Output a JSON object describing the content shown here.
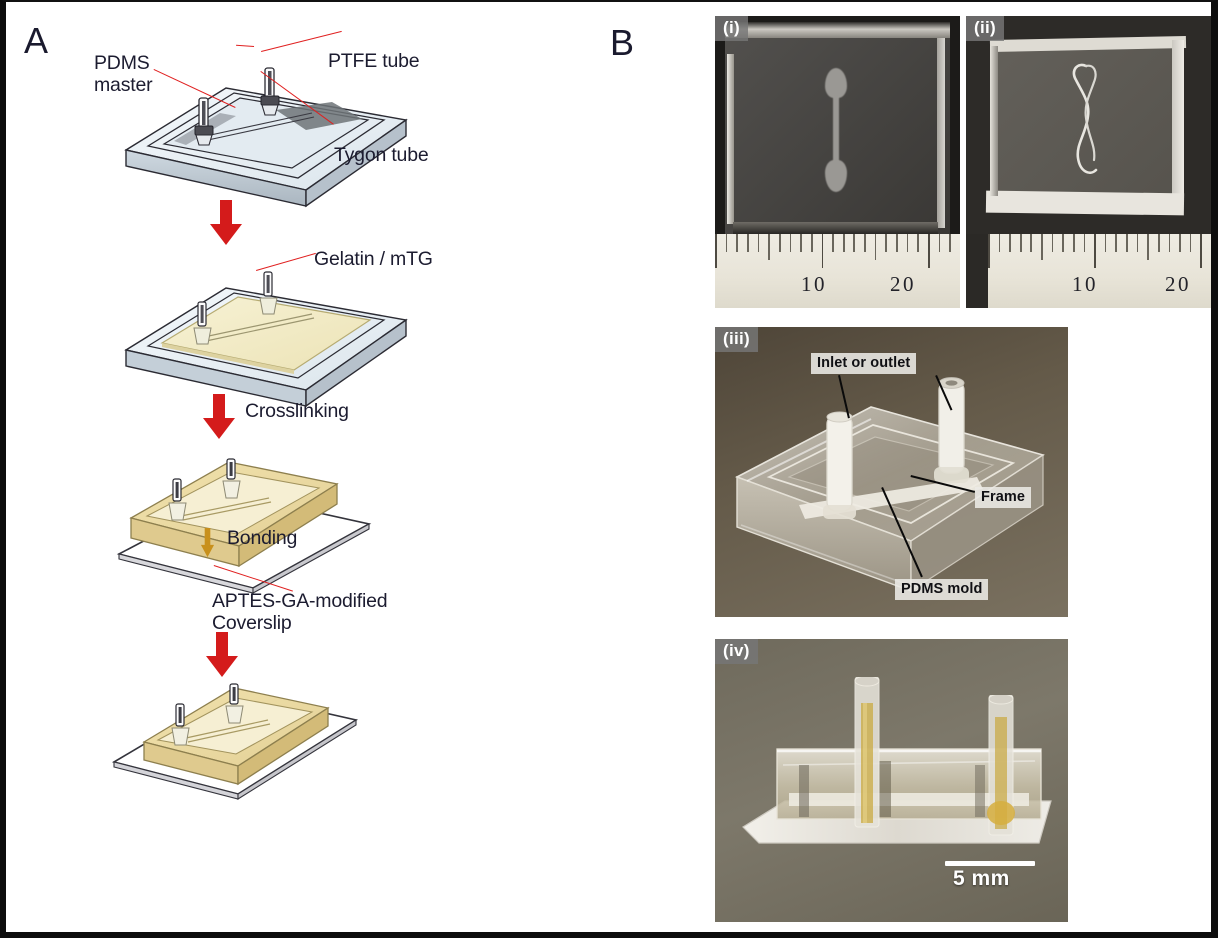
{
  "figure": {
    "panels": [
      {
        "id": "A",
        "letter": "A"
      },
      {
        "id": "B",
        "letter": "B"
      }
    ]
  },
  "panel_a": {
    "letter": "A",
    "labels": {
      "pdms_master": "PDMS\nmaster",
      "ptfe_tube": "PTFE tube",
      "tygon_tube": "Tygon tube",
      "gelatin_mtg": "Gelatin / mTG",
      "crosslinking": "Crosslinking",
      "bonding": "Bonding",
      "coverslip": "APTES-GA-modified\nCoverslip"
    },
    "steps": [
      {
        "index": 1,
        "name": "pdms-master-with-tubes",
        "fill": "#e9eef3"
      },
      {
        "index": 2,
        "name": "gelatin-mtg-cast",
        "fill": "#f2edcf"
      },
      {
        "index": 3,
        "name": "crosslinked-gel-over-coverslip",
        "fill": "#ead9a4"
      },
      {
        "index": 4,
        "name": "bonded-device",
        "fill": "#ead9a4"
      }
    ],
    "arrow_color": "#d41b1b",
    "bonding_arrow_color": "#c8901c",
    "leader_color": "#e02020"
  },
  "panel_b": {
    "letter": "B",
    "photos": [
      {
        "tag": "(i)",
        "name": "photo-pdms-master-top-view",
        "ruler": {
          "numbers": [
            "10",
            "20"
          ],
          "tick_count": 23
        },
        "background": "#3f3d3a"
      },
      {
        "tag": "(ii)",
        "name": "photo-gelatin-channel-top-view",
        "ruler": {
          "numbers": [
            "10",
            "20"
          ],
          "tick_count": 21
        },
        "background": "#5e5b55"
      },
      {
        "tag": "(iii)",
        "name": "photo-pdms-mold-with-inlets",
        "callouts": [
          {
            "text": "Inlet or outlet",
            "name": "callout-inlet-or-outlet"
          },
          {
            "text": "Frame",
            "name": "callout-frame"
          },
          {
            "text": "PDMS mold",
            "name": "callout-pdms-mold"
          }
        ]
      },
      {
        "tag": "(iv)",
        "name": "photo-assembled-device-side-view",
        "scalebar": {
          "label": "5 mm"
        }
      }
    ]
  }
}
